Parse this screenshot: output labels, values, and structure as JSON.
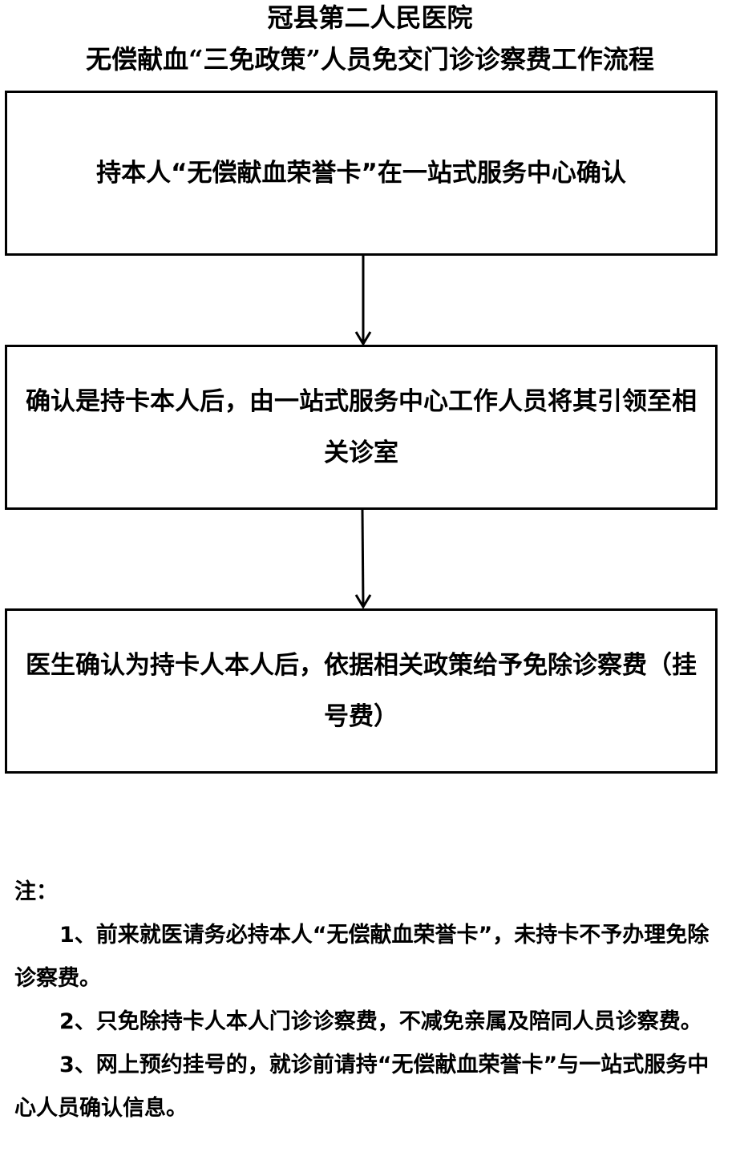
{
  "title": {
    "line1": "冠县第二人民医院",
    "line2": "无偿献血“三免政策”人员免交门诊诊察费工作流程"
  },
  "steps": [
    {
      "text": "持本人“无偿献血荣誉卡”在一站式服务中心确认"
    },
    {
      "text": "确认是持卡本人后，由一站式服务中心工作人员将其引领至相关诊室"
    },
    {
      "text": "医生确认为持卡人本人后，依据相关政策给予免除诊察费（挂号费）"
    }
  ],
  "notes": {
    "heading": "注：",
    "items": [
      "1、前来就医请务必持本人“无偿献血荣誉卡”，未持卡不予办理免除诊察费。",
      "2、只免除持卡人本人门诊诊察费，不减免亲属及陪同人员诊察费。",
      "3、网上预约挂号的，就诊前请持“无偿献血荣誉卡”与一站式服务中心人员确认信息。"
    ]
  }
}
